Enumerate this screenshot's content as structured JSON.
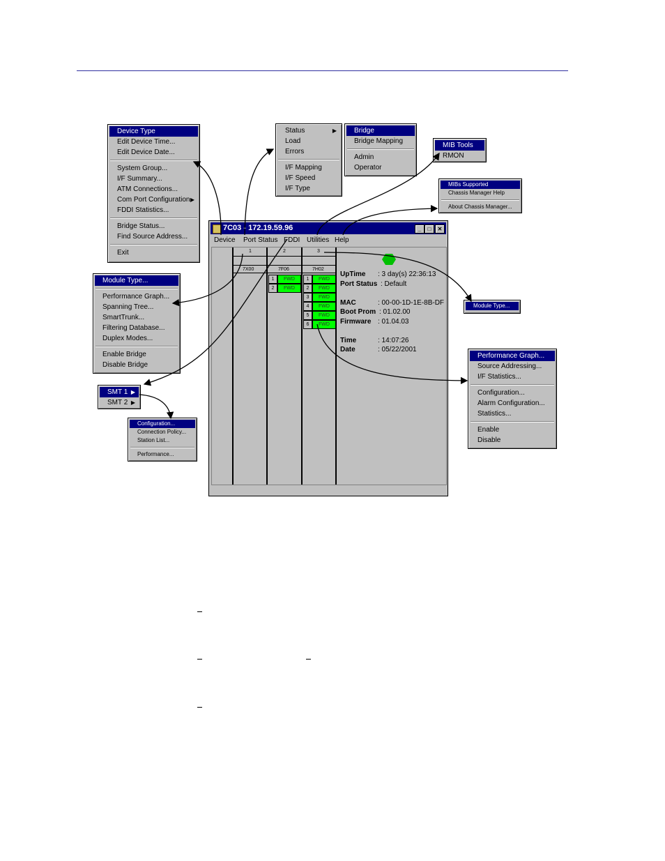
{
  "window": {
    "title": "7C03 - 172.19.59.96",
    "menubar": [
      "Device",
      "Port Status",
      "FDDI",
      "Utilities",
      "Help"
    ],
    "slots": [
      "1",
      "2",
      "3"
    ],
    "modules": [
      "7X00",
      "7F06",
      "7H02"
    ],
    "slot2_ports": [
      "1",
      "2"
    ],
    "slot3_ports": [
      "1",
      "2",
      "3",
      "4",
      "5",
      "6"
    ],
    "port_status_text": "FWD",
    "info": {
      "uptime_label": "UpTime",
      "uptime_value": ": 3 day(s) 22:36:13",
      "portstatus_label": "Port Status",
      "portstatus_value": ": Default",
      "mac_label": "MAC",
      "mac_value": ": 00-00-1D-1E-8B-DF",
      "bootprom_label": "Boot Prom",
      "bootprom_value": ": 01.02.00",
      "firmware_label": "Firmware",
      "firmware_value": ":  01.04.03",
      "time_label": "Time",
      "time_value": ": 14:07:26",
      "date_label": "Date",
      "date_value": ": 05/22/2001"
    }
  },
  "menus": {
    "device": [
      "Device Type",
      "Edit Device Time...",
      "Edit Device Date...",
      "System Group...",
      "I/F Summary...",
      "ATM Connections...",
      "Com Port Configuration",
      "FDDI Statistics...",
      "Bridge Status...",
      "Find Source Address...",
      "Exit"
    ],
    "port_status": [
      "Status",
      "Load",
      "Errors",
      "I/F Mapping",
      "I/F Speed",
      "I/F Type"
    ],
    "status_sub": [
      "Bridge",
      "Bridge Mapping",
      "Admin",
      "Operator"
    ],
    "utilities": [
      "MIB Tools",
      "RMON"
    ],
    "help": [
      "MIBs Supported",
      "Chassis Manager Help",
      "About Chassis Manager..."
    ],
    "slot_module": [
      "Module Type..."
    ],
    "module_left": [
      "Module Type...",
      "Performance Graph...",
      "Spanning Tree...",
      "SmartTrunk...",
      "Filtering Database...",
      "Duplex Modes...",
      "Enable Bridge",
      "Disable Bridge"
    ],
    "fddi": [
      "SMT 1",
      "SMT 2"
    ],
    "smt_sub": [
      "Configuration...",
      "Connection Policy...",
      "Station List...",
      "Performance..."
    ],
    "port": [
      "Performance Graph...",
      "Source Addressing...",
      "I/F Statistics...",
      "Configuration...",
      "Alarm Configuration...",
      "Statistics...",
      "Enable",
      "Disable"
    ]
  },
  "colors": {
    "highlight": "#000080",
    "menu_bg": "#c0c0c0",
    "port_fwd": "#00ff00",
    "rule": "#3030a0"
  }
}
